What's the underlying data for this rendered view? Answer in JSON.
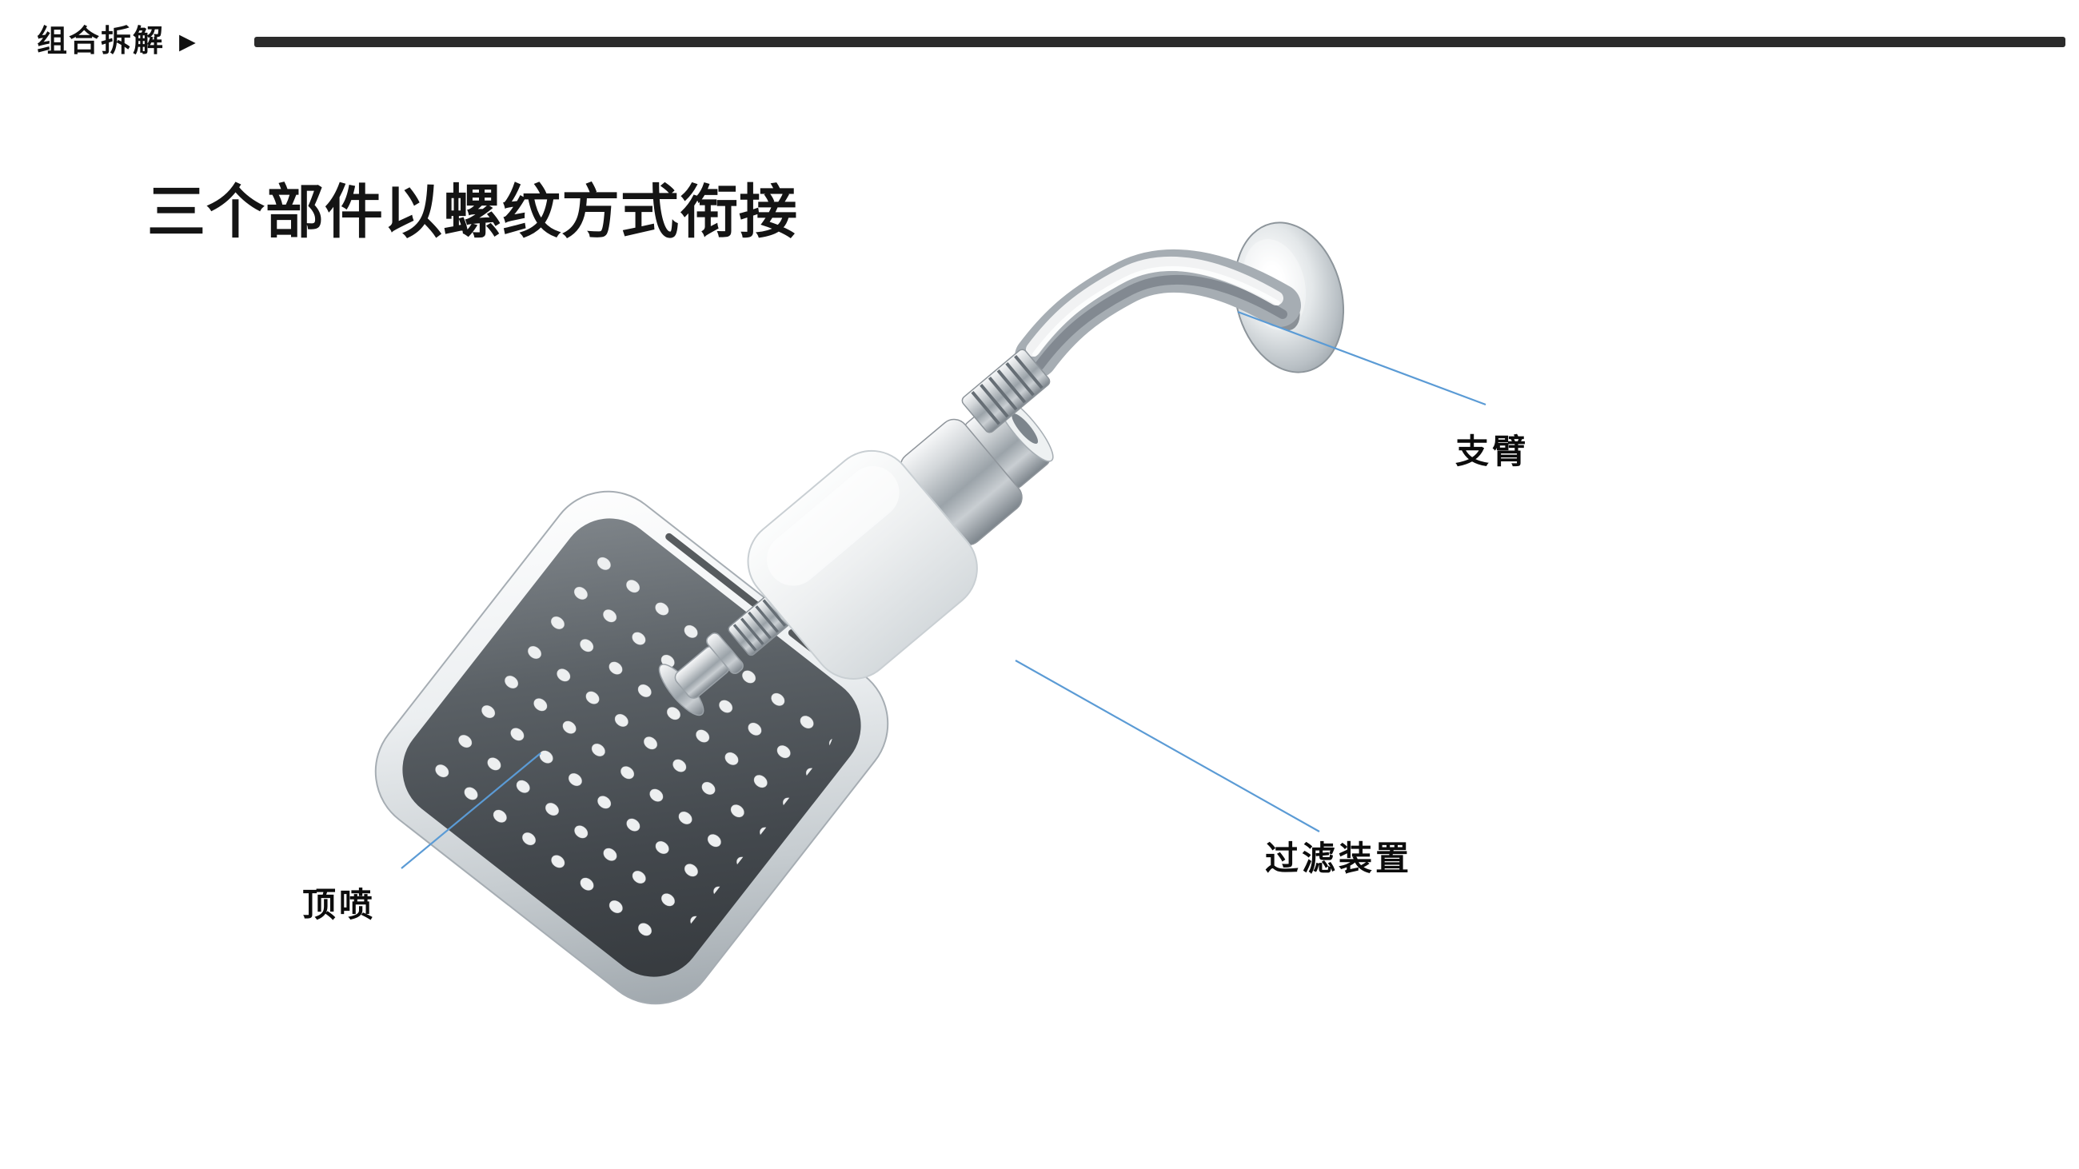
{
  "header": {
    "section_label": "组合拆解",
    "arrow_icon": "▶"
  },
  "main": {
    "title": "三个部件以螺纹方式衔接"
  },
  "diagram": {
    "labels": {
      "arm": "支臂",
      "filter": "过滤装置",
      "showerhead": "顶喷"
    },
    "leader_color": "#5B9BD5"
  }
}
